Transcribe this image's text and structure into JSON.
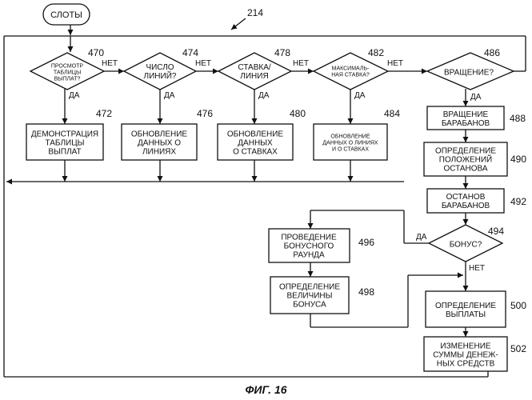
{
  "figure_ref": "214",
  "caption": "ФИГ. 16",
  "start": {
    "label": "СЛОТЫ"
  },
  "nodes": {
    "n470": {
      "ref": "470",
      "lines": [
        "ПРОСМОТР",
        "ТАБЛИЦЫ",
        "ВЫПЛАТ?"
      ],
      "kind": "decision"
    },
    "n472": {
      "ref": "472",
      "lines": [
        "ДЕМОНСТРАЦИЯ",
        "ТАБЛИЦЫ",
        "ВЫПЛАТ"
      ],
      "kind": "process"
    },
    "n474": {
      "ref": "474",
      "lines": [
        "ЧИСЛО",
        "ЛИНИЙ?"
      ],
      "kind": "decision"
    },
    "n476": {
      "ref": "476",
      "lines": [
        "ОБНОВЛЕНИЕ",
        "ДАННЫХ О",
        "ЛИНИЯХ"
      ],
      "kind": "process"
    },
    "n478": {
      "ref": "478",
      "lines": [
        "СТАВКА/",
        "ЛИНИЯ"
      ],
      "kind": "decision"
    },
    "n480": {
      "ref": "480",
      "lines": [
        "ОБНОВЛЕНИЕ",
        "ДАННЫХ",
        "О СТАВКАХ"
      ],
      "kind": "process"
    },
    "n482": {
      "ref": "482",
      "lines": [
        "МАКСИМАЛЬ-",
        "НАЯ СТАВКА?"
      ],
      "kind": "decision"
    },
    "n484": {
      "ref": "484",
      "lines": [
        "ОБНОВЛЕНИЕ",
        "ДАННЫХ О ЛИНИЯХ",
        "И О СТАВКАХ"
      ],
      "kind": "process"
    },
    "n486": {
      "ref": "486",
      "lines": [
        "ВРАЩЕНИЕ?"
      ],
      "kind": "decision"
    },
    "n488": {
      "ref": "488",
      "lines": [
        "ВРАЩЕНИЕ",
        "БАРАБАНОВ"
      ],
      "kind": "process"
    },
    "n490": {
      "ref": "490",
      "lines": [
        "ОПРЕДЕЛЕНИЕ",
        "ПОЛОЖЕНИЙ",
        "ОСТАНОВА"
      ],
      "kind": "process"
    },
    "n492": {
      "ref": "492",
      "lines": [
        "ОСТАНОВ",
        "БАРАБАНОВ"
      ],
      "kind": "process"
    },
    "n494": {
      "ref": "494",
      "lines": [
        "БОНУС?"
      ],
      "kind": "decision"
    },
    "n496": {
      "ref": "496",
      "lines": [
        "ПРОВЕДЕНИЕ",
        "БОНУСНОГО",
        "РАУНДА"
      ],
      "kind": "process"
    },
    "n498": {
      "ref": "498",
      "lines": [
        "ОПРЕДЕЛЕНИЕ",
        "ВЕЛИЧИНЫ",
        "БОНУСА"
      ],
      "kind": "process"
    },
    "n500": {
      "ref": "500",
      "lines": [
        "ОПРЕДЕЛЕНИЕ",
        "ВЫПЛАТЫ"
      ],
      "kind": "process"
    },
    "n502": {
      "ref": "502",
      "lines": [
        "ИЗМЕНЕНИЕ",
        "СУММЫ ДЕНЕЖ-",
        "НЫХ СРЕДСТВ"
      ],
      "kind": "process"
    }
  },
  "branch_labels": {
    "b470_no": "НЕТ",
    "b470_yes": "ДА",
    "b474_no": "НЕТ",
    "b474_yes": "ДА",
    "b478_no": "НЕТ",
    "b478_yes": "ДА",
    "b482_no": "НЕТ",
    "b482_yes": "ДА",
    "b486_yes": "ДА",
    "b494_yes": "ДА",
    "b494_no": "НЕТ"
  }
}
